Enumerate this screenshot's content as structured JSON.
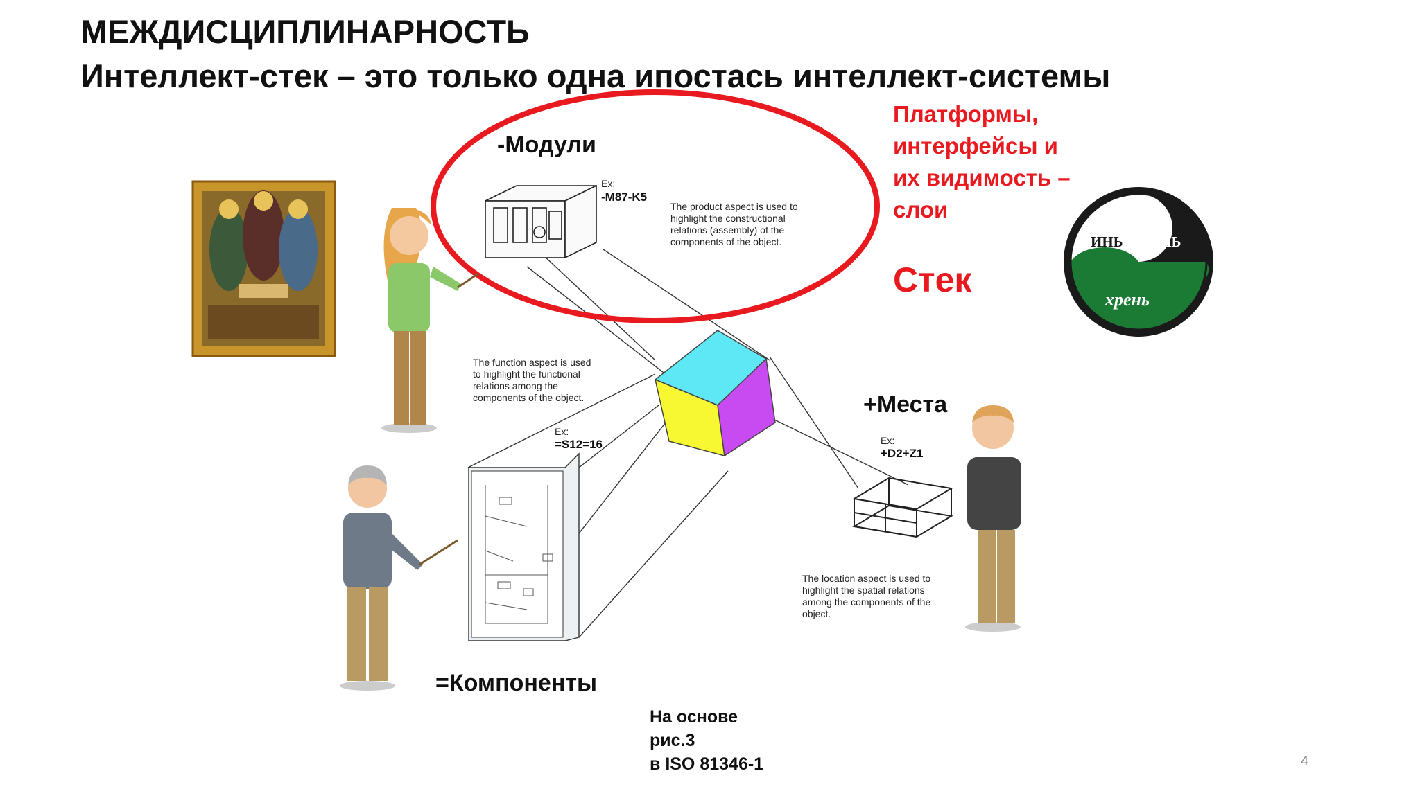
{
  "slide": {
    "title_line1": "МЕЖДИСЦИПЛИНАРНОСТЬ",
    "title_line2": "Интеллект-стек – это только одна ипостась интеллект-системы",
    "page_number": "4"
  },
  "labels": {
    "modules": "-Модули",
    "places": "+Места",
    "components": "=Компоненты"
  },
  "red_note": {
    "lines": [
      "Платформы,",
      "интерфейсы и",
      "их видимость –",
      "слои"
    ],
    "stack": "Стек"
  },
  "aspects": {
    "product": {
      "ex": "Ex:",
      "code": "-M87-K5",
      "text": [
        "The product aspect is used to",
        "highlight the constructional",
        "relations (assembly) of the",
        "components of the object."
      ]
    },
    "function": {
      "ex": "Ex:",
      "code": "=S12=16",
      "text": [
        "The function aspect is used",
        "to highlight the functional",
        "relations among the",
        "components of the object."
      ]
    },
    "location": {
      "ex": "Ex:",
      "code": "+D2+Z1",
      "text": [
        "The location aspect is used to",
        "highlight the spatial relations",
        "among the components of the",
        "object."
      ]
    }
  },
  "source": [
    "На основе",
    "рис.3",
    "в ISO 81346-1"
  ],
  "yin_yang_badge": {
    "left": "ИНЬ",
    "right": "ЯНЬ",
    "bottom": "хрень"
  },
  "colors": {
    "accent_red": "#e8191f",
    "cube_top": "#5ee8f5",
    "cube_left": "#f7f732",
    "cube_right": "#c84bf2",
    "badge_green": "#1b7a33"
  }
}
